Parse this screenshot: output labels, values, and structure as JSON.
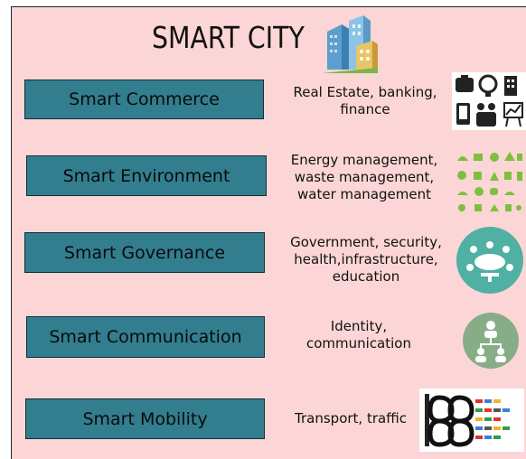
{
  "title": "SMART CITY",
  "accent_color": "#327e8f",
  "background_color": "#fcd6d6",
  "rows": [
    {
      "label": "Smart Commerce",
      "desc": [
        "Real Estate, banking,",
        "finance"
      ],
      "icon": "business-icons-grid"
    },
    {
      "label": "Smart Environment",
      "desc": [
        "Energy management,",
        "waste management,",
        "water management"
      ],
      "icon": "eco-icons-grid"
    },
    {
      "label": "Smart Governance",
      "desc": [
        "Government, security,",
        "health,infrastructure,",
        "education"
      ],
      "icon": "meeting-table-icon"
    },
    {
      "label": "Smart Communication",
      "desc": [
        "Identity,",
        "communication"
      ],
      "icon": "user-network-icon"
    },
    {
      "label": "Smart Mobility",
      "desc": [
        "Transport, traffic"
      ],
      "icon": "traffic-road-icon"
    }
  ]
}
